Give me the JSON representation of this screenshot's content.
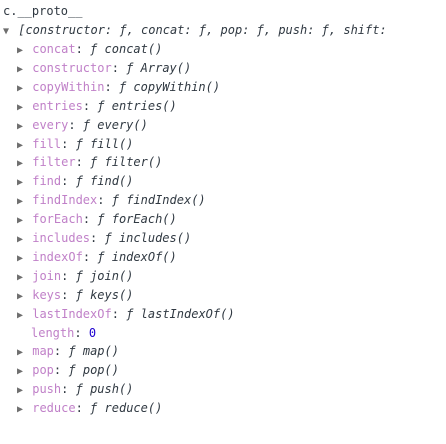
{
  "expression": "c.__proto__",
  "summary": "[constructor: ƒ, concat: ƒ, pop: ƒ, push: ƒ, shift: ",
  "glyphs": {
    "collapsed": "▶",
    "expanded": "▼",
    "function": "ƒ"
  },
  "entries": [
    {
      "key": "concat",
      "value": "concat()",
      "type": "function"
    },
    {
      "key": "constructor",
      "value": "Array()",
      "type": "function"
    },
    {
      "key": "copyWithin",
      "value": "copyWithin()",
      "type": "function"
    },
    {
      "key": "entries",
      "value": "entries()",
      "type": "function"
    },
    {
      "key": "every",
      "value": "every()",
      "type": "function"
    },
    {
      "key": "fill",
      "value": "fill()",
      "type": "function"
    },
    {
      "key": "filter",
      "value": "filter()",
      "type": "function"
    },
    {
      "key": "find",
      "value": "find()",
      "type": "function"
    },
    {
      "key": "findIndex",
      "value": "findIndex()",
      "type": "function"
    },
    {
      "key": "forEach",
      "value": "forEach()",
      "type": "function"
    },
    {
      "key": "includes",
      "value": "includes()",
      "type": "function"
    },
    {
      "key": "indexOf",
      "value": "indexOf()",
      "type": "function"
    },
    {
      "key": "join",
      "value": "join()",
      "type": "function"
    },
    {
      "key": "keys",
      "value": "keys()",
      "type": "function"
    },
    {
      "key": "lastIndexOf",
      "value": "lastIndexOf()",
      "type": "function"
    },
    {
      "key": "length",
      "value": "0",
      "type": "number"
    },
    {
      "key": "map",
      "value": "map()",
      "type": "function"
    },
    {
      "key": "pop",
      "value": "pop()",
      "type": "function"
    },
    {
      "key": "push",
      "value": "push()",
      "type": "function"
    },
    {
      "key": "reduce",
      "value": "reduce()",
      "type": "function"
    }
  ]
}
